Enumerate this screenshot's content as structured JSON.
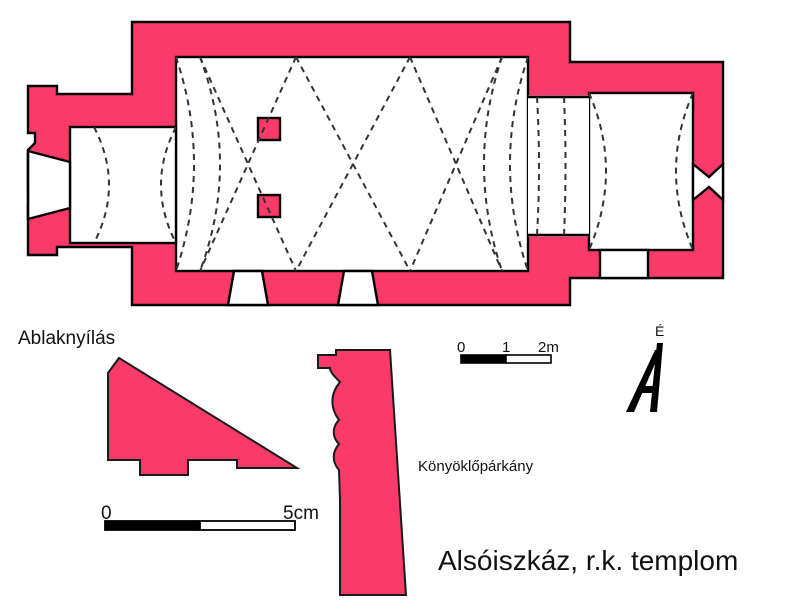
{
  "drawing": {
    "title": "Alsóiszkáz, r.k. templom",
    "north_label": "É",
    "labels": {
      "window_opening": "Ablaknyílás",
      "sill_cornice": "Könyöklőpárkány"
    },
    "colors": {
      "masonry_fill": "#FA3A68",
      "interior_fill": "#FFFFFF",
      "line": "#000000",
      "vault_rib": "#333333",
      "background": "#FFFFFF"
    },
    "scale_bar_plan": {
      "unit": "m",
      "ticks": [
        "0",
        "1",
        "2m"
      ],
      "segments": 2,
      "filled_segments": 1
    },
    "scale_bar_detail": {
      "unit": "cm",
      "ticks": [
        "0",
        "5cm"
      ],
      "segments": 2,
      "filled_segments": 1
    },
    "plan": {
      "name": "floor-plan",
      "description": "Roman Catholic church ground plan with tower, nave and sanctuary",
      "rooms": [
        {
          "name": "tower-entrance",
          "vault": "barrel"
        },
        {
          "name": "nave",
          "vault": "groin",
          "bays": 3
        },
        {
          "name": "sanctuary",
          "vault": "groin",
          "bays": 1
        }
      ],
      "openings": [
        {
          "name": "west-door",
          "type": "splayed-door",
          "wall": "west"
        },
        {
          "name": "south-window-1",
          "type": "splayed-window",
          "wall": "south"
        },
        {
          "name": "south-window-2",
          "type": "splayed-window",
          "wall": "south"
        },
        {
          "name": "east-window",
          "type": "double-splayed-window",
          "wall": "east"
        },
        {
          "name": "sanctuary-south-door",
          "type": "door",
          "wall": "south"
        }
      ],
      "piers": [
        {
          "name": "pier-north"
        },
        {
          "name": "pier-south"
        }
      ]
    },
    "details": [
      {
        "name": "window-opening-profile",
        "label": "Ablaknyílás"
      },
      {
        "name": "sill-cornice-profile",
        "label": "Könyöklőpárkány"
      }
    ]
  }
}
